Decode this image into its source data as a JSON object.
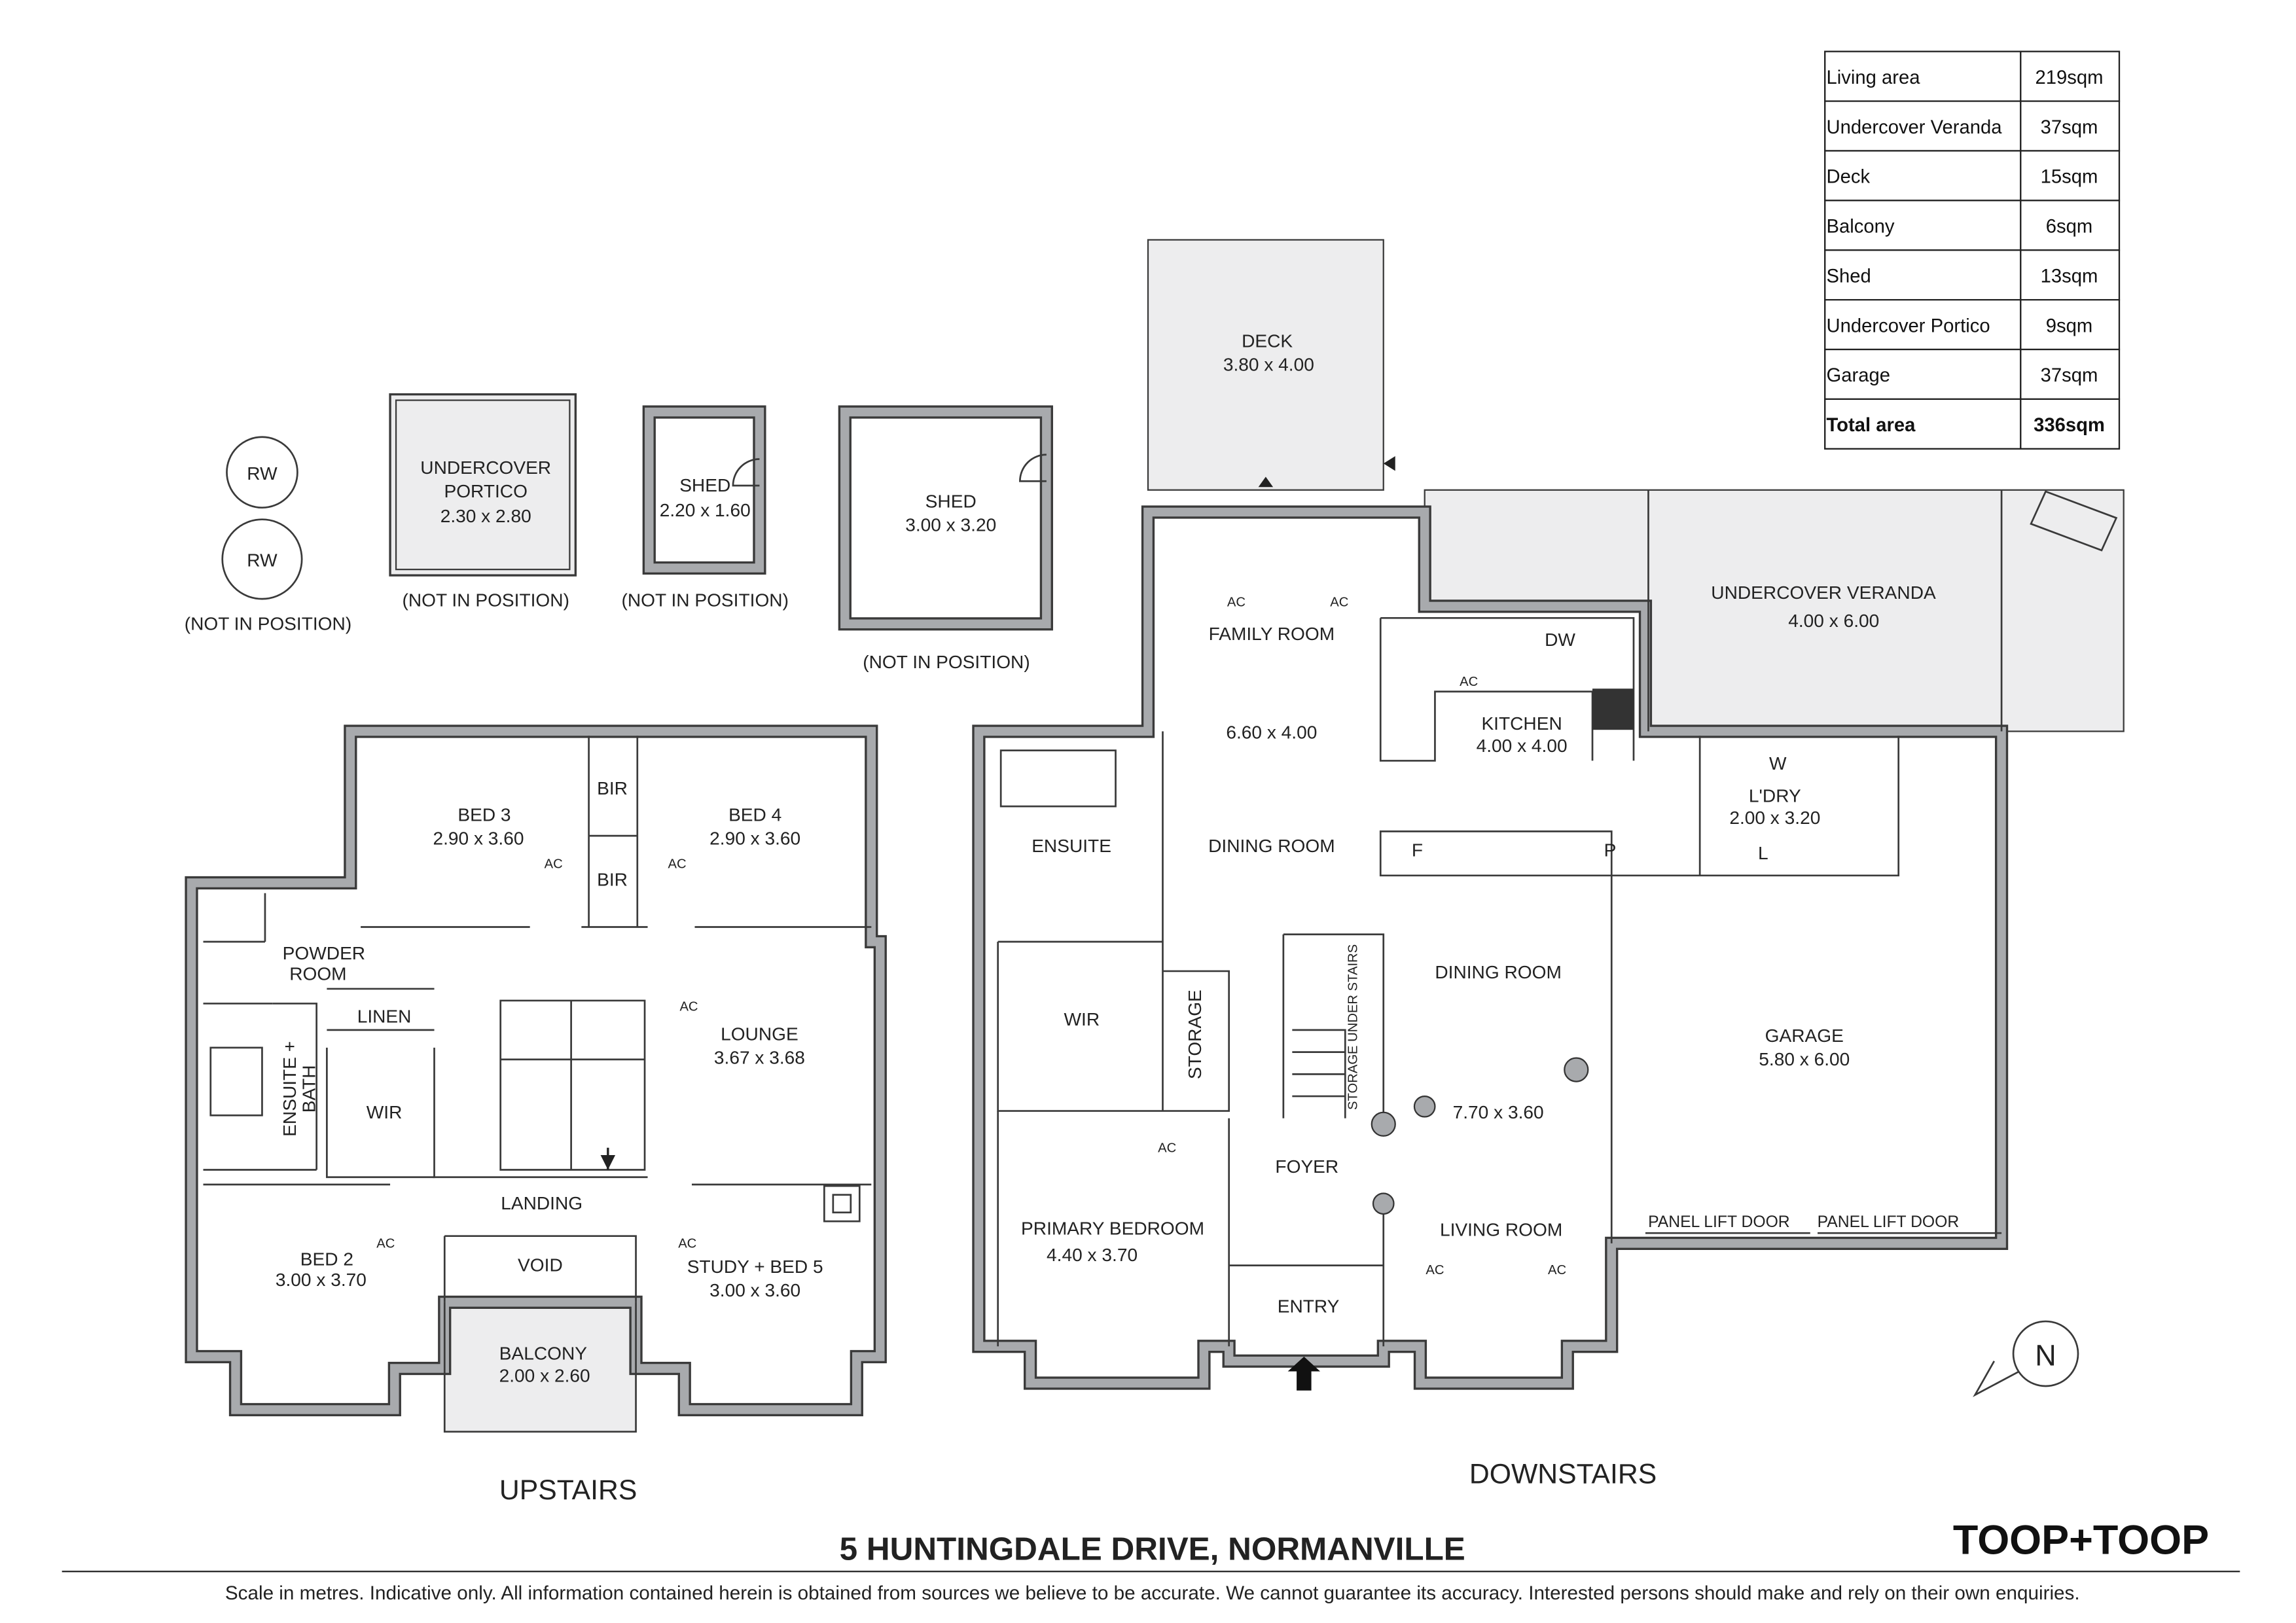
{
  "area_table": {
    "rows": [
      {
        "label": "Living area",
        "value": "219sqm"
      },
      {
        "label": "Undercover Veranda",
        "value": "37sqm"
      },
      {
        "label": "Deck",
        "value": "15sqm"
      },
      {
        "label": "Balcony",
        "value": "6sqm"
      },
      {
        "label": "Shed",
        "value": "13sqm"
      },
      {
        "label": "Undercover Portico",
        "value": "9sqm"
      },
      {
        "label": "Garage",
        "value": "37sqm"
      }
    ],
    "total": {
      "label": "Total area",
      "value": "336sqm"
    }
  },
  "outbuildings": {
    "rw1": "RW",
    "rw2": "RW",
    "rw_note": "(NOT IN POSITION)",
    "portico_name1": "UNDERCOVER",
    "portico_name2": "PORTICO",
    "portico_dims": "2.30 x 2.80",
    "portico_note": "(NOT IN POSITION)",
    "shed1_name": "SHED",
    "shed1_dims": "2.20 x 1.60",
    "shed1_note": "(NOT IN POSITION)",
    "shed2_name": "SHED",
    "shed2_dims": "3.00 x 3.20",
    "shed2_note": "(NOT IN POSITION)"
  },
  "upstairs": {
    "title": "UPSTAIRS",
    "bed3": {
      "name": "BED 3",
      "dims": "2.90 x 3.60"
    },
    "bed4": {
      "name": "BED 4",
      "dims": "2.90 x 3.60"
    },
    "bir": "BIR",
    "powder": {
      "name1": "POWDER",
      "name2": "ROOM"
    },
    "linen": "LINEN",
    "ensuite": {
      "name1": "ENSUITE +",
      "name2": "BATH"
    },
    "wir": "WIR",
    "lounge": {
      "name": "LOUNGE",
      "dims": "3.67 x 3.68"
    },
    "landing": "LANDING",
    "void": "VOID",
    "bed2": {
      "name": "BED 2",
      "dims": "3.00 x 3.70"
    },
    "study": {
      "name": "STUDY + BED 5",
      "dims": "3.00 x 3.60"
    },
    "balcony": {
      "name": "BALCONY",
      "dims": "2.00 x 2.60"
    },
    "ac": "AC"
  },
  "downstairs": {
    "title": "DOWNSTAIRS",
    "deck": {
      "name": "DECK",
      "dims": "3.80 x 4.00"
    },
    "veranda": {
      "name": "UNDERCOVER VERANDA",
      "dims": "4.00 x 6.00"
    },
    "family": {
      "name": "FAMILY ROOM",
      "dims": "6.60 x 4.00"
    },
    "dining1": "DINING ROOM",
    "kitchen": {
      "name": "KITCHEN",
      "dims": "4.00 x 4.00"
    },
    "dw": "DW",
    "f": "F",
    "p": "P",
    "w": "W",
    "l": "L",
    "laundry": {
      "name": "L'DRY",
      "dims": "2.00 x 3.20"
    },
    "ensuite": "ENSUITE",
    "wir": "WIR",
    "storage": "STORAGE",
    "under_stairs": "STORAGE UNDER STAIRS",
    "dining2": {
      "name": "DINING ROOM",
      "dims": "7.70 x 3.60"
    },
    "foyer": "FOYER",
    "living": "LIVING ROOM",
    "primary": {
      "name": "PRIMARY BEDROOM",
      "dims": "4.40 x 3.70"
    },
    "entry": "ENTRY",
    "garage": {
      "name": "GARAGE",
      "dims": "5.80 x 6.00"
    },
    "panel1": "PANEL LIFT DOOR",
    "panel2": "PANEL LIFT DOOR",
    "ac": "AC"
  },
  "compass": "N",
  "footer": {
    "address": "5 HUNTINGDALE DRIVE, NORMANVILLE",
    "brand": "TOOP+TOOP",
    "disclaimer": "Scale in metres. Indicative only. All information contained herein is obtained from sources we believe to be accurate. We cannot guarantee its accuracy. Interested persons should make and rely on their own enquiries."
  }
}
